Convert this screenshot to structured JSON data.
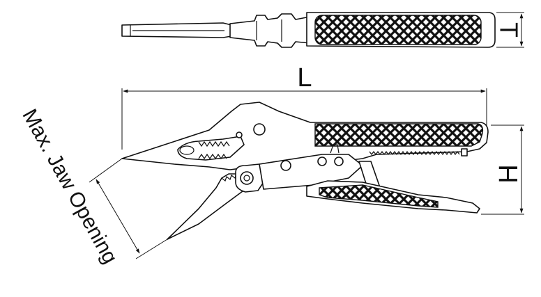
{
  "dimensions": {
    "thickness_label": "T",
    "length_label": "L",
    "height_label": "H",
    "jaw_opening_label": "Max. Jaw Opening"
  },
  "colors": {
    "line": "#111111",
    "grip": "#111111",
    "background": "#ffffff"
  }
}
